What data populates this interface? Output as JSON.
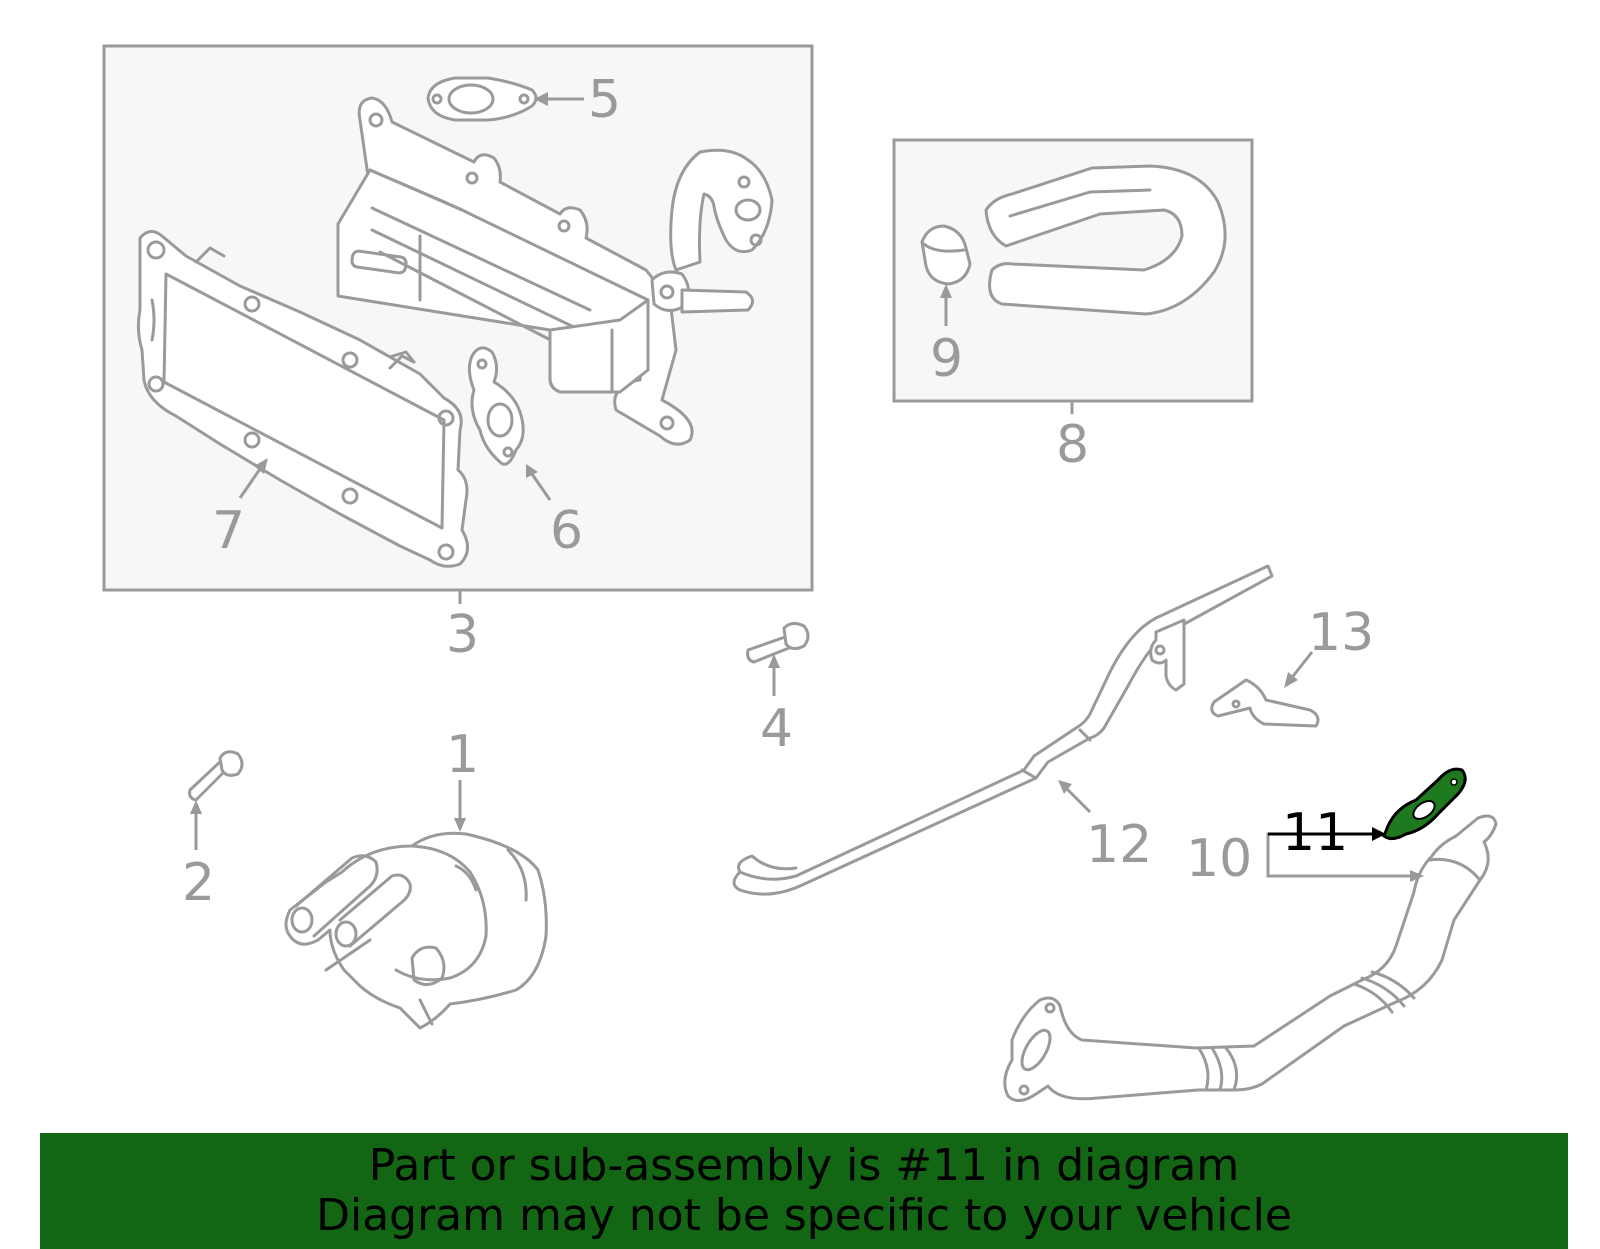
{
  "callouts": {
    "c1": "1",
    "c2": "2",
    "c3": "3",
    "c4": "4",
    "c5": "5",
    "c6": "6",
    "c7": "7",
    "c8": "8",
    "c9": "9",
    "c10": "10",
    "c11": "11",
    "c12": "12",
    "c13": "13"
  },
  "highlight": {
    "part_number": "11",
    "color": "#1e7a1e"
  },
  "banner": {
    "line1": "Part or sub-assembly is #11 in diagram",
    "line2": "Diagram may not be specific to your vehicle",
    "background": "#136613"
  }
}
